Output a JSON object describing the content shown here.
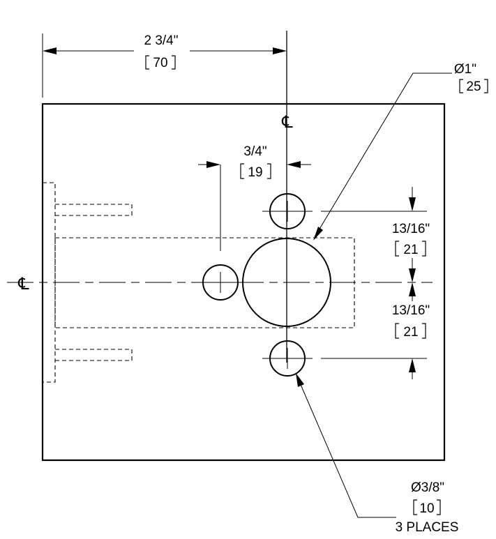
{
  "drawing": {
    "centerline_symbol": "℄",
    "dim_width": {
      "imperial": "2 3/4\"",
      "metric": "70"
    },
    "dim_large_hole": {
      "imperial": "Ø1\"",
      "metric": "25"
    },
    "dim_offset": {
      "imperial": "3/4\"",
      "metric": "19"
    },
    "dim_upper_spacing": {
      "imperial": "13/16\"",
      "metric": "21"
    },
    "dim_lower_spacing": {
      "imperial": "13/16\"",
      "metric": "21"
    },
    "dim_small_hole": {
      "imperial": "Ø3/8\"",
      "metric": "10",
      "note": "3 PLACES"
    }
  }
}
